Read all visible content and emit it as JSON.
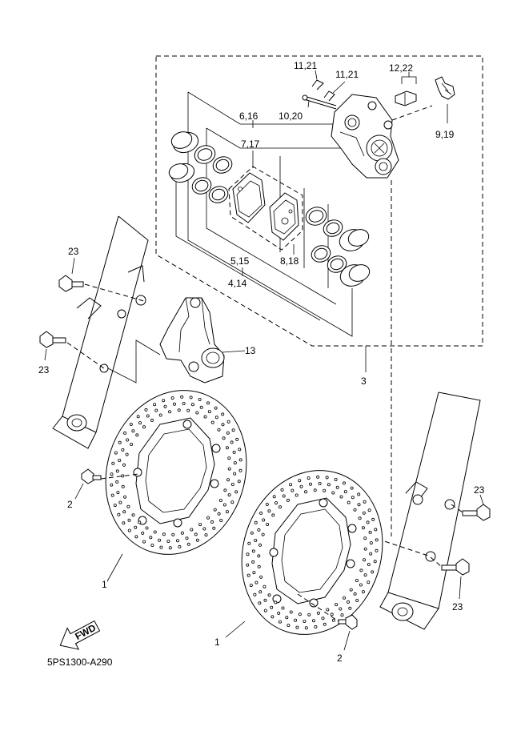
{
  "diagram_id": "5PS1300-A290",
  "fwd_label": "FWD",
  "callouts": {
    "c_11_21a": "11,21",
    "c_11_21b": "11,21",
    "c_12_22": "12,22",
    "c_6_16": "6,16",
    "c_10_20": "10,20",
    "c_7_17": "7,17",
    "c_9_19": "9,19",
    "c_5_15": "5,15",
    "c_8_18": "8,18",
    "c_4_14": "4,14",
    "c_23a": "23",
    "c_23b": "23",
    "c_13": "13",
    "c_3": "3",
    "c_23c": "23",
    "c_2a": "2",
    "c_23d": "23",
    "c_1a": "1",
    "c_1b": "1",
    "c_2b": "2"
  }
}
